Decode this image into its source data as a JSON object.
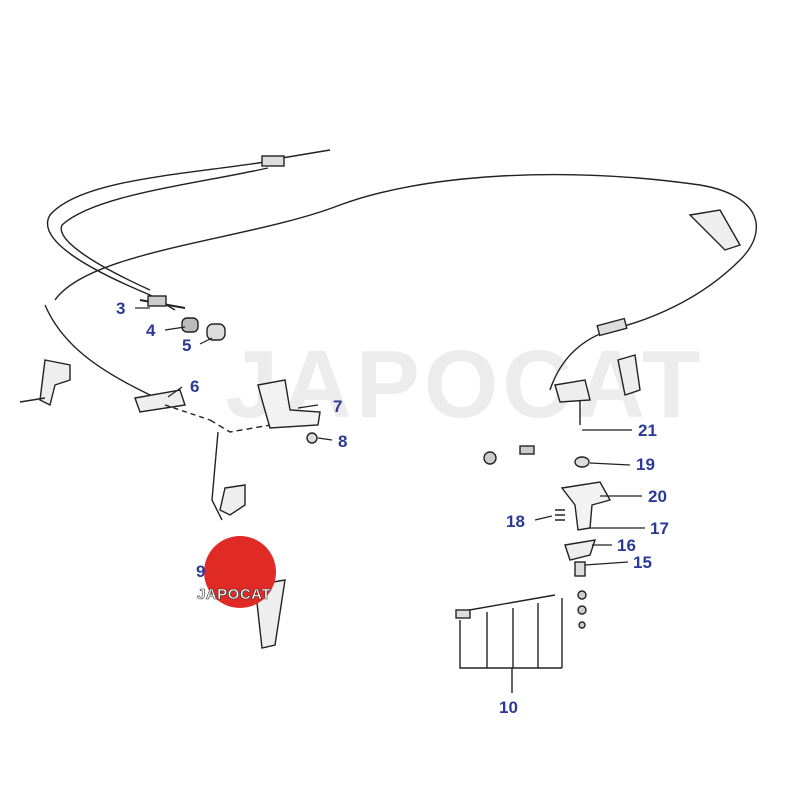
{
  "watermark": "JAPOCAT",
  "logo": {
    "text": "JAPOCAT",
    "color": "#e02a25"
  },
  "label_color": "#2b3a96",
  "callouts": [
    "3",
    "4",
    "5",
    "6",
    "7",
    "8",
    "9",
    "10",
    "15",
    "16",
    "17",
    "18",
    "19",
    "20",
    "21"
  ]
}
